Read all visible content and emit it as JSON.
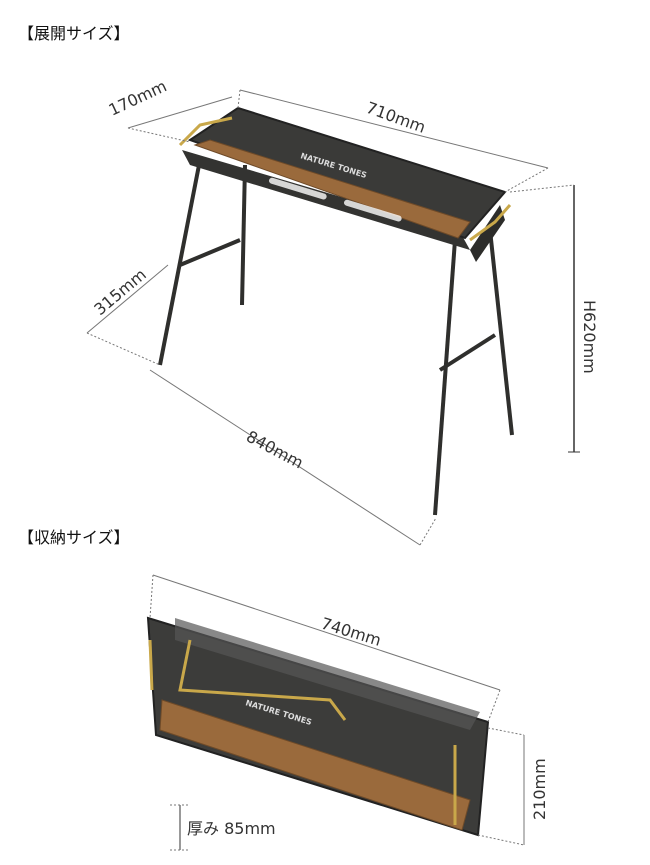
{
  "sections": {
    "expanded": {
      "title": "【展開サイズ】",
      "width": "710mm",
      "depth": "170mm",
      "leg_depth": "315mm",
      "leg_width": "840mm",
      "height": "H620mm"
    },
    "stored": {
      "title": "【収納サイズ】",
      "length": "740mm",
      "height": "210mm",
      "thickness": "厚み 85mm"
    }
  },
  "brand": "NATURE TONES",
  "colors": {
    "metal": "#3a3a38",
    "wood": "#9a6a3c",
    "brass": "#c9a84a",
    "dimension_line": "#666666"
  }
}
